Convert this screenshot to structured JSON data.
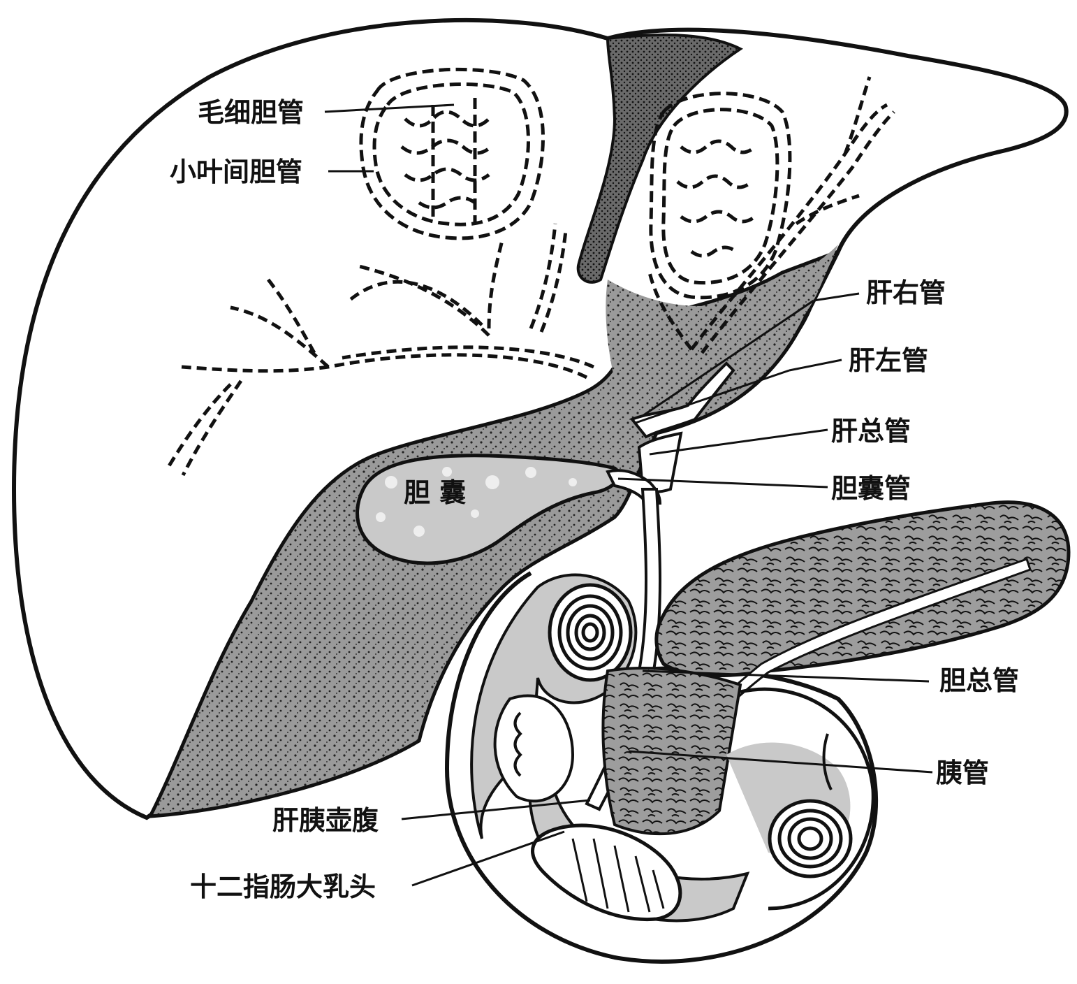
{
  "labels": {
    "capillary_bile_duct": "毛细胆管",
    "interlobular_bile_duct": "小叶间胆管",
    "right_hepatic_duct": "肝右管",
    "left_hepatic_duct": "肝左管",
    "common_hepatic_duct": "肝总管",
    "cystic_duct": "胆囊管",
    "gallbladder": "胆 囊",
    "common_bile_duct": "胆总管",
    "pancreatic_duct": "胰管",
    "hepatopancreatic_ampulla": "肝胰壶腹",
    "major_duodenal_papilla": "十二指肠大乳头"
  },
  "colors": {
    "ink": "#111111",
    "stipple_fill": "#8f8f8f",
    "gray_fill": "#c9c9c9",
    "background": "#ffffff"
  }
}
